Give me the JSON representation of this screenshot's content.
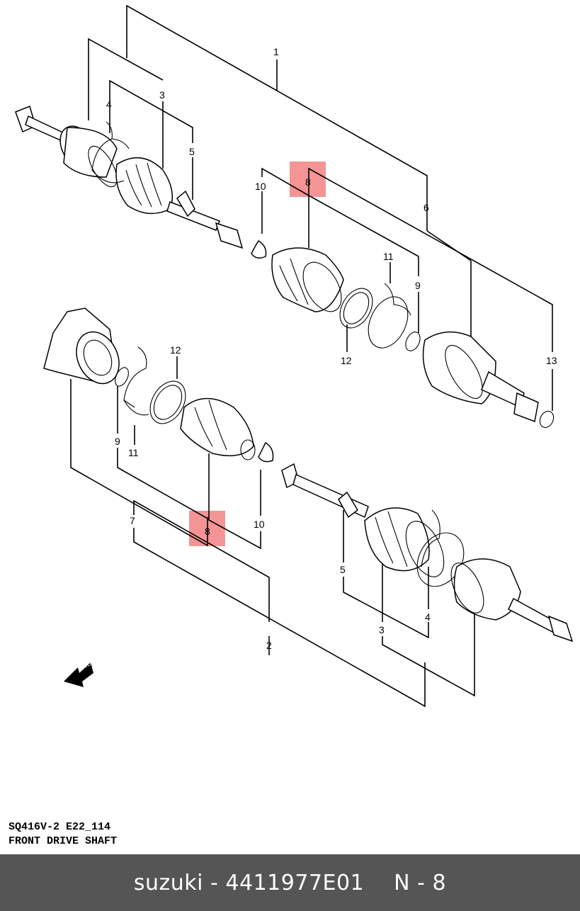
{
  "diagram": {
    "callouts": {
      "c1": "1",
      "c2": "2",
      "c3a": "3",
      "c3b": "3",
      "c4a": "4",
      "c4b": "4",
      "c5a": "5",
      "c5b": "5",
      "c6": "6",
      "c7": "7",
      "c8a": "8",
      "c8b": "8",
      "c9a": "9",
      "c9b": "9",
      "c10a": "10",
      "c10b": "10",
      "c11a": "11",
      "c11b": "11",
      "c12a": "12",
      "c12b": "12",
      "c13": "13"
    },
    "fwd_label": "FWD",
    "highlight_color": "#f06b6b"
  },
  "caption": {
    "code": "SQ416V-2  E22_114",
    "title": "FRONT DRIVE SHAFT"
  },
  "footer": {
    "text": "suzuki - 4411977E01",
    "ref": "N - 8"
  }
}
